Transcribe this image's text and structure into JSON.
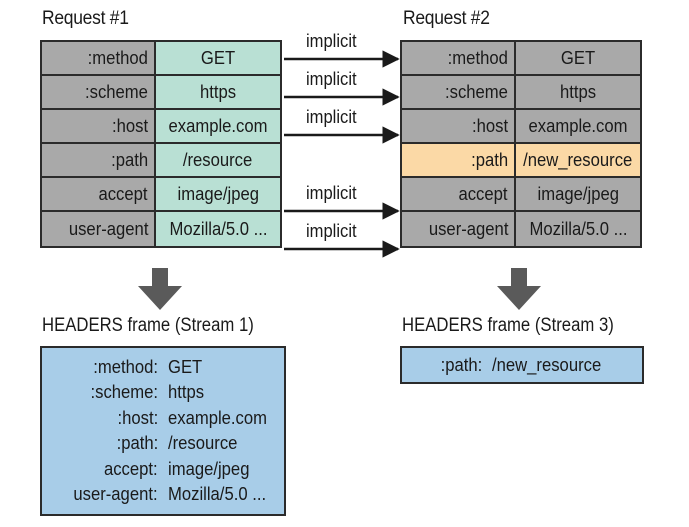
{
  "request1": {
    "title": "Request #1",
    "rows": [
      {
        "key": ":method",
        "value": "GET"
      },
      {
        "key": ":scheme",
        "value": "https"
      },
      {
        "key": ":host",
        "value": "example.com"
      },
      {
        "key": ":path",
        "value": "/resource"
      },
      {
        "key": "accept",
        "value": "image/jpeg"
      },
      {
        "key": "user-agent",
        "value": "Mozilla/5.0 ..."
      }
    ]
  },
  "request2": {
    "title": "Request #2",
    "rows": [
      {
        "key": ":method",
        "value": "GET"
      },
      {
        "key": ":scheme",
        "value": "https"
      },
      {
        "key": ":host",
        "value": "example.com"
      },
      {
        "key": ":path",
        "value": "/new_resource",
        "highlighted": true
      },
      {
        "key": "accept",
        "value": "image/jpeg"
      },
      {
        "key": "user-agent",
        "value": "Mozilla/5.0 ..."
      }
    ]
  },
  "implicit_label": "implicit",
  "frame1": {
    "title": "HEADERS frame (Stream 1)",
    "rows": [
      {
        "key": ":method:",
        "value": "GET"
      },
      {
        "key": ":scheme:",
        "value": "https"
      },
      {
        "key": ":host:",
        "value": "example.com"
      },
      {
        "key": ":path:",
        "value": "/resource"
      },
      {
        "key": "accept:",
        "value": "image/jpeg"
      },
      {
        "key": "user-agent:",
        "value": "Mozilla/5.0 ..."
      }
    ]
  },
  "frame2": {
    "title": "HEADERS frame (Stream 3)",
    "rows": [
      {
        "key": ":path:",
        "value": "/new_resource"
      }
    ]
  },
  "colors": {
    "request1_values": "#b9e0d4",
    "keys": "#a9a9a9",
    "changed_row": "#fbd9a6",
    "frame": "#a8cde8",
    "arrow": "#1a1a1a",
    "down_arrow": "#5a5a5a"
  }
}
